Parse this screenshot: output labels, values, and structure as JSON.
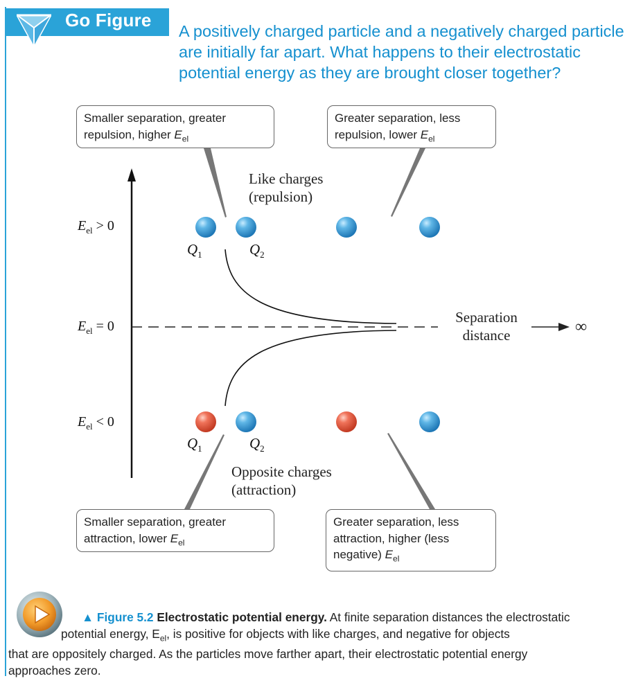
{
  "header": {
    "label": "Go Figure",
    "question": "A positively charged particle and a negatively charged particle are initially far apart. What happens to their electrostatic potential energy as they are brought closer together?"
  },
  "callouts": {
    "top_left": {
      "text": "Smaller separation, greater repulsion, higher ",
      "sym": "E",
      "sub": "el"
    },
    "top_right": {
      "text": "Greater separation, less repulsion, lower ",
      "sym": "E",
      "sub": "el"
    },
    "bottom_left": {
      "text": "Smaller separation, greater attraction, lower ",
      "sym": "E",
      "sub": "el"
    },
    "bottom_right": {
      "text": "Greater separation, less attraction, higher (less negative) ",
      "sym": "E",
      "sub": "el"
    }
  },
  "labels": {
    "like_line1": "Like charges",
    "like_line2": "(repulsion)",
    "opp_line1": "Opposite charges",
    "opp_line2": "(attraction)",
    "sep_line1": "Separation",
    "sep_line2": "distance",
    "infinity": "∞",
    "axis_pos": {
      "sym": "E",
      "sub": "el",
      "rel": " > 0"
    },
    "axis_zero": {
      "sym": "E",
      "sub": "el",
      "rel": " = 0"
    },
    "axis_neg": {
      "sym": "E",
      "sub": "el",
      "rel": " < 0"
    },
    "q1": {
      "sym": "Q",
      "sub": "1"
    },
    "q2": {
      "sym": "Q",
      "sub": "2"
    }
  },
  "colors": {
    "accent": "#2aa3d8",
    "question_text": "#1590cf",
    "blue_particle": "#2f93d0",
    "red_particle": "#e2533b"
  },
  "caption": {
    "fig_num": "▲ Figure 5.2",
    "fig_title": "Electrostatic potential energy.",
    "line1_rest": " At finite separation distances the electrostatic",
    "line2": "potential energy, E",
    "line2_sub": "el",
    "line2_rest": ", is positive for objects with like charges, and negative for objects",
    "line3": "that are oppositely charged. As the particles move farther apart, their electrostatic potential energy",
    "line4": "approaches zero."
  },
  "icons": {
    "header": "go-figure-triangle-icon",
    "play": "play-button-icon"
  }
}
